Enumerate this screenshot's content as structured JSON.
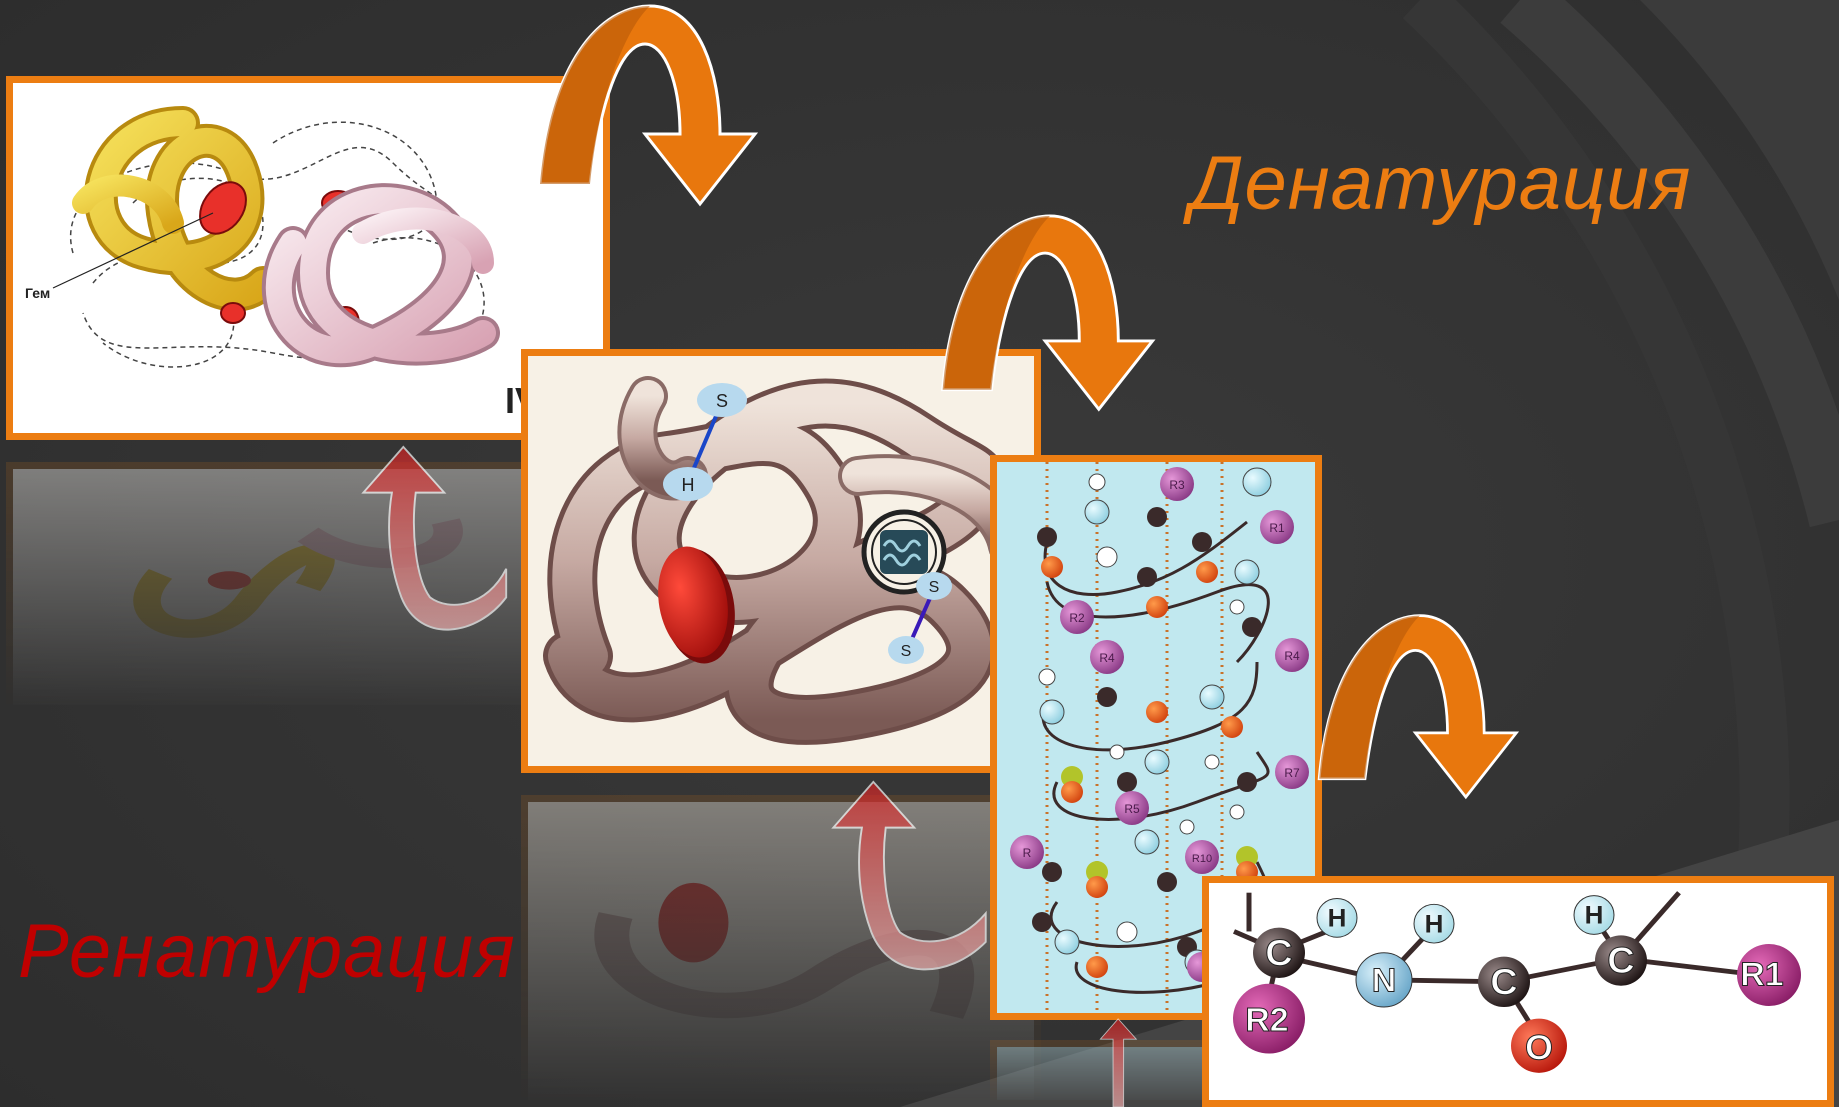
{
  "titles": {
    "denaturation": "Денатурация",
    "renaturation": "Ренатурация"
  },
  "colors": {
    "background": "#333333",
    "accent": "#ec7d12",
    "renaturation_text": "#c00000",
    "arrow_orange": "#e8770d",
    "arrow_red": "#c81d1d"
  },
  "panels": {
    "quaternary": {
      "label_heme": "Гем",
      "level_label": "IV"
    },
    "tertiary": {
      "atom_s1": "S",
      "atom_h": "H",
      "atom_s2": "S",
      "atom_s3": "S"
    },
    "secondary": {
      "r_labels": [
        "R3",
        "R1",
        "R2",
        "R4",
        "R5",
        "R7",
        "R",
        "R10"
      ]
    },
    "primary": {
      "atom_c1": "C",
      "atom_h1": "H",
      "atom_h2": "H",
      "atom_n": "N",
      "atom_c2": "C",
      "atom_h3": "H",
      "atom_c3": "C",
      "atom_r1": "R1",
      "atom_r2": "R2",
      "atom_o": "O"
    }
  },
  "arrows": {
    "denaturation_arrows": [
      "arrow-iv-to-iii",
      "arrow-iii-to-ii",
      "arrow-ii-to-i"
    ],
    "renaturation_arrows": [
      "arrow-iii-to-iv",
      "arrow-ii-to-iii",
      "arrow-i-to-ii"
    ]
  }
}
